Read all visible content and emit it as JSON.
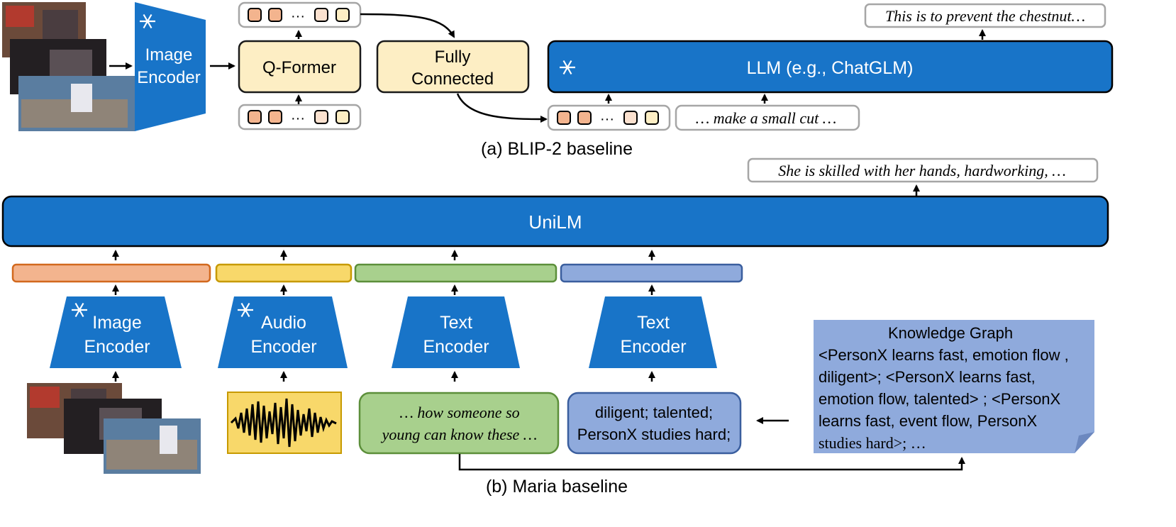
{
  "colors": {
    "blue": "#1874c8",
    "blue_border": "#0e4f8f",
    "cream": "#fdeec4",
    "cream_border": "#1a1a1a",
    "token_dark": "#f3b48e",
    "token_light": "#fbe1cf",
    "orange_bar": "#f3b48e",
    "orange_border": "#d2691e",
    "yellow_bar": "#f8d86a",
    "yellow_border": "#c79a00",
    "green_bar": "#a8d08d",
    "green_border": "#5c8f3a",
    "purple_bar": "#8faadc",
    "purple_border": "#3a5e9e",
    "gray_border": "#a6a6a6",
    "kg_fill": "#8faadc"
  },
  "icons": {
    "freeze": "snowflake-icon"
  },
  "part_a": {
    "image_encoder": [
      "Image",
      "Encoder"
    ],
    "q_former": "Q-Former",
    "fully_connected": [
      "Fully",
      "Connected"
    ],
    "llm": "LLM (e.g., ChatGLM)",
    "output_text": "This is to prevent the chestnut…",
    "input_text": "… make a small cut …",
    "token_ellipsis": "···",
    "caption": "(a)  BLIP-2 baseline"
  },
  "part_b": {
    "unilm": "UniLM",
    "output_text": "She is skilled with her hands, hardworking, …",
    "image_encoder": [
      "Image",
      "Encoder"
    ],
    "audio_encoder": [
      "Audio",
      "Encoder"
    ],
    "text_encoder_1": [
      "Text",
      "Encoder"
    ],
    "text_encoder_2": [
      "Text",
      "Encoder"
    ],
    "dialogue_text": [
      "… how someone so",
      "young can know these …"
    ],
    "knowledge_text": [
      "diligent; talented;",
      "PersonX studies hard;"
    ],
    "kg_title": "Knowledge Graph",
    "kg_lines": [
      "<PersonX learns fast, emotion flow ,",
      "diligent>; <PersonX learns fast,",
      "emotion flow, talented> ; <PersonX",
      "learns fast, event flow, PersonX",
      "studies hard>; …"
    ],
    "caption": "(b)  Maria baseline"
  }
}
